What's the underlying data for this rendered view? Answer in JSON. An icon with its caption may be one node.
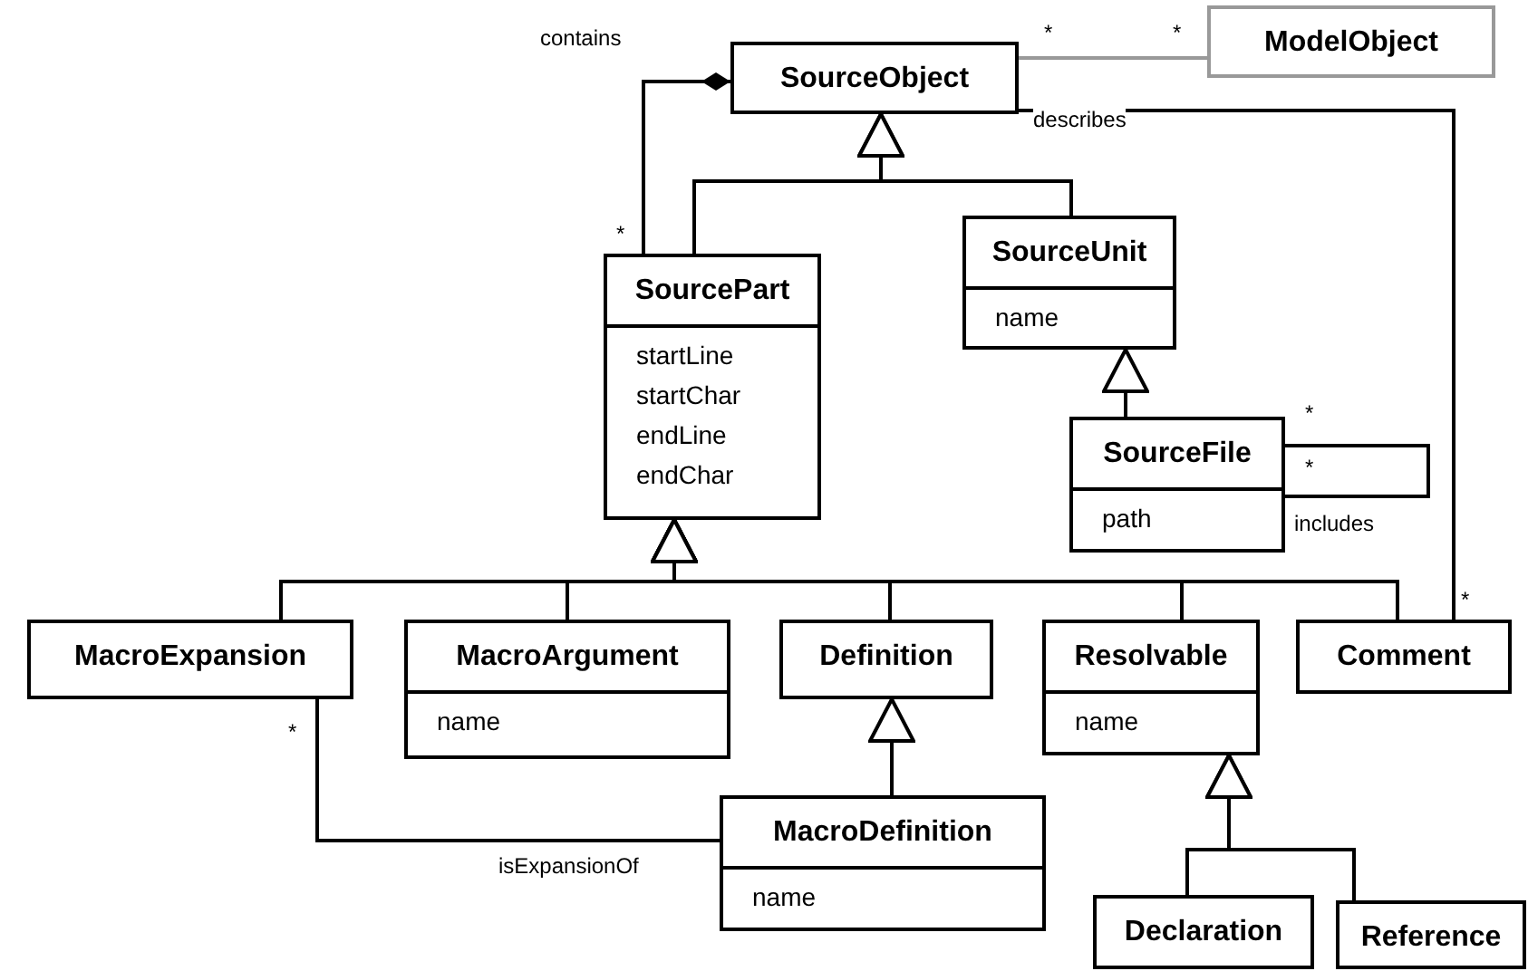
{
  "diagram": {
    "nodes": [
      {
        "text": [
          "SourceObject"
        ]
      },
      {
        "text": [
          "ModelObject"
        ]
      },
      {
        "text": [
          "SourcePart",
          "startLine",
          "startChar",
          "endLine",
          "endChar"
        ]
      },
      {
        "text": [
          "SourceUnit",
          "name"
        ]
      },
      {
        "text": [
          "SourceFile",
          "path"
        ]
      },
      {
        "text": [
          "MacroExpansion"
        ]
      },
      {
        "text": [
          "MacroArgument",
          "name"
        ]
      },
      {
        "text": [
          "Definition"
        ]
      },
      {
        "text": [
          "Resolvable",
          "name"
        ]
      },
      {
        "text": [
          "Comment"
        ]
      },
      {
        "text": [
          "MacroDefinition",
          "name"
        ]
      },
      {
        "text": [
          "Declaration"
        ]
      },
      {
        "text": [
          "Reference"
        ]
      }
    ],
    "edges": [
      {
        "from": 2,
        "to": 0,
        "arrow": "other",
        "label": "contains"
      },
      {
        "from": 0,
        "to": 1,
        "arrow": "none",
        "color": "#999999"
      },
      {
        "from": 0,
        "to": 9,
        "arrow": "none",
        "label": "describes"
      },
      {
        "from": 2,
        "to": 0,
        "arrow": "to"
      },
      {
        "from": 3,
        "to": 0,
        "arrow": "to"
      },
      {
        "from": 4,
        "to": 3,
        "arrow": "to"
      },
      {
        "from": 4,
        "to": 4,
        "arrow": "none",
        "label": "includes"
      },
      {
        "from": 5,
        "to": 2,
        "arrow": "to"
      },
      {
        "from": 6,
        "to": 2,
        "arrow": "to"
      },
      {
        "from": 7,
        "to": 2,
        "arrow": "to"
      },
      {
        "from": 8,
        "to": 2,
        "arrow": "to"
      },
      {
        "from": 9,
        "to": 2,
        "arrow": "to"
      },
      {
        "from": 5,
        "to": 10,
        "arrow": "none",
        "label": "isExpansionOf"
      },
      {
        "from": 10,
        "to": 7,
        "arrow": "to"
      },
      {
        "from": 11,
        "to": 8,
        "arrow": "to"
      },
      {
        "from": 12,
        "to": 8,
        "arrow": "to"
      }
    ],
    "labels": [
      "*",
      "*",
      "*",
      "*",
      "*",
      "*",
      "*"
    ]
  }
}
